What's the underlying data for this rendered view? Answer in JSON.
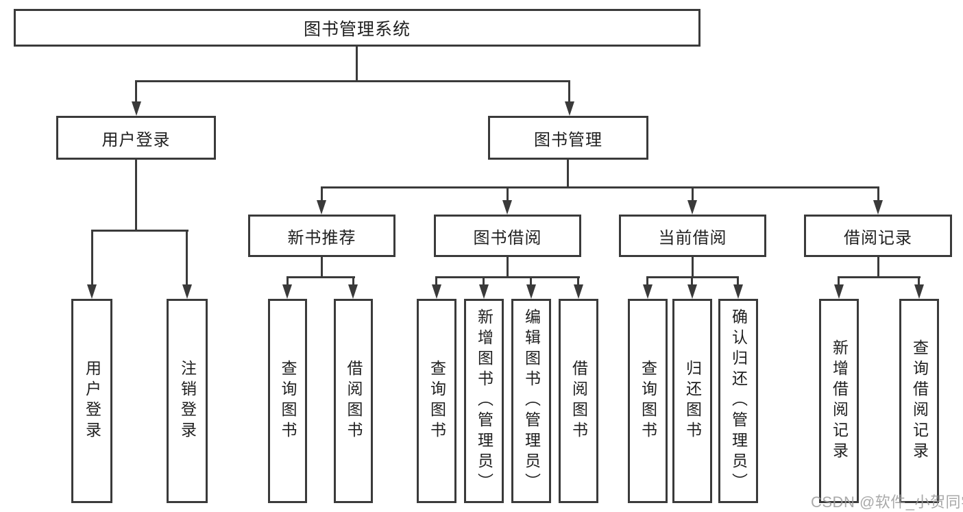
{
  "tree": {
    "label": "图书管理系统",
    "children": [
      {
        "label": "用户登录",
        "children": [
          {
            "label": "用户登录"
          },
          {
            "label": "注销登录"
          }
        ]
      },
      {
        "label": "图书管理",
        "children": [
          {
            "label": "新书推荐",
            "children": [
              {
                "label": "查询图书"
              },
              {
                "label": "借阅图书"
              }
            ]
          },
          {
            "label": "图书借阅",
            "children": [
              {
                "label": "查询图书"
              },
              {
                "label": "新增图书（管理员）"
              },
              {
                "label": "编辑图书（管理员）"
              },
              {
                "label": "借阅图书"
              }
            ]
          },
          {
            "label": "当前借阅",
            "children": [
              {
                "label": "查询图书"
              },
              {
                "label": "归还图书"
              },
              {
                "label": "确认归还（管理员）"
              }
            ]
          },
          {
            "label": "借阅记录",
            "children": [
              {
                "label": "新增借阅记录"
              },
              {
                "label": "查询借阅记录"
              }
            ]
          }
        ]
      }
    ]
  },
  "watermark": {
    "text": "CSDN @软件_小贺同学"
  },
  "icons": {
    "connector_arrow": "arrow-down-icon"
  },
  "colors": {
    "line": "#3a3a3a",
    "box_border": "#3a3a3a",
    "text": "#1f1f1f",
    "watermark": "#9b9b9b",
    "background": "#ffffff"
  }
}
